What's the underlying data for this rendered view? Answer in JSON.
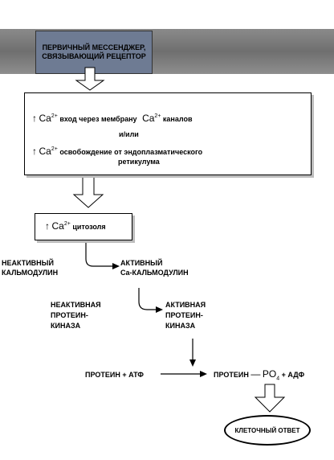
{
  "receptor_label": "ПЕРВИЧНЫЙ МЕССЕНДЖЕР, СВЯЗЫВАЮЩИЙ РЕЦЕПТОР",
  "ca_symbol": "Ca",
  "ca_charge": "2+",
  "box1": {
    "line1_text": "вход через мембрану",
    "line1_suffix": "каналов",
    "connector": "и/или",
    "line2_text": "освобождение от эндоплазматического",
    "line2_cont": "ретикулума"
  },
  "box2": {
    "label": "цитозоля"
  },
  "inactive_calmodulin": [
    "НЕАКТИВНЫЙ",
    "КАЛЬМОДУЛИН"
  ],
  "active_calmodulin": [
    "АКТИВНЫЙ",
    "Ca-КАЛЬМОДУЛИН"
  ],
  "inactive_kinase": [
    "НЕАКТИВНАЯ",
    "ПРОТЕИН-",
    "КИНАЗА"
  ],
  "active_kinase": [
    "АКТИВНАЯ",
    "ПРОТЕИН-",
    "КИНАЗА"
  ],
  "reaction_left": "ПРОТЕИН + АТФ",
  "reaction_right_protein": "ПРОТЕИН",
  "reaction_po4": "PO",
  "reaction_po4_sub": "4",
  "reaction_adp": "+ АДФ",
  "cell_response": "КЛЕТОЧНЫЙ ОТВЕТ"
}
